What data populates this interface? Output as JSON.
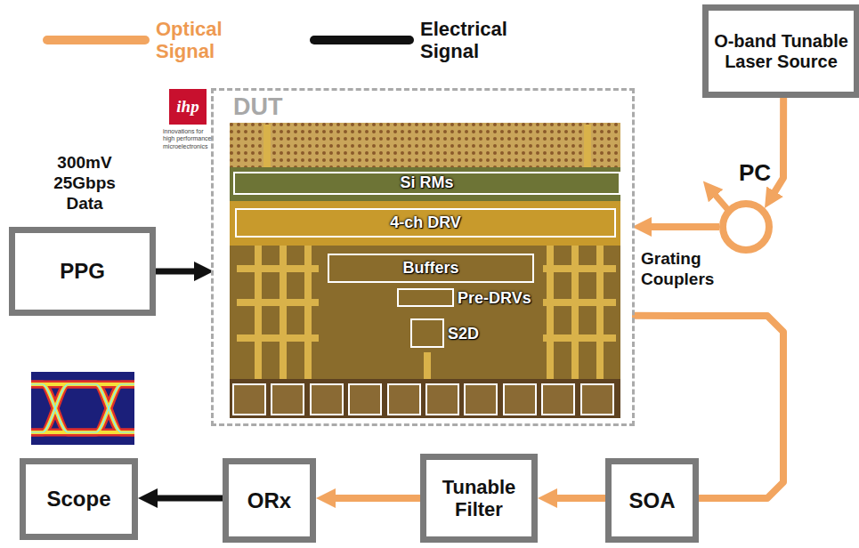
{
  "diagram": {
    "nodes": [
      {
        "text": [
          "O-band Tunable Laser Source"
        ]
      },
      {
        "text": [
          "DUT"
        ]
      },
      {
        "text": [
          "Si RMs"
        ],
        "in": 1
      },
      {
        "text": [
          "4-ch DRV"
        ],
        "in": 1
      },
      {
        "text": [
          "Buffers"
        ],
        "in": 1
      },
      {
        "text": [
          "Pre-DRVs"
        ],
        "in": 1
      },
      {
        "text": [
          "S2D"
        ],
        "in": 1
      },
      {
        "text": [
          "PC"
        ]
      },
      {
        "text": [
          "PPG"
        ]
      },
      {
        "text": [
          "Scope"
        ]
      },
      {
        "text": [
          "ORx"
        ]
      },
      {
        "text": [
          "Tunable Filter"
        ]
      },
      {
        "text": [
          "SOA"
        ]
      }
    ],
    "edges": [
      {
        "from": 0,
        "to": 7,
        "arrow": "to"
      },
      {
        "from": 7,
        "to": 1,
        "arrow": "to"
      },
      {
        "from": 8,
        "to": 1,
        "arrow": "to"
      },
      {
        "from": 1,
        "to": 12,
        "arrow": "none"
      },
      {
        "from": 12,
        "to": 11,
        "arrow": "to"
      },
      {
        "from": 11,
        "to": 10,
        "arrow": "to"
      },
      {
        "from": 10,
        "to": 9,
        "arrow": "to"
      }
    ],
    "labels": [
      "300mV 25Gbps Data",
      "Grating Couplers",
      "ihp",
      "innovations for high performance microelectronics"
    ],
    "legend": [
      {
        "text": "Optical Signal"
      },
      {
        "text": "Electrical Signal"
      }
    ]
  }
}
